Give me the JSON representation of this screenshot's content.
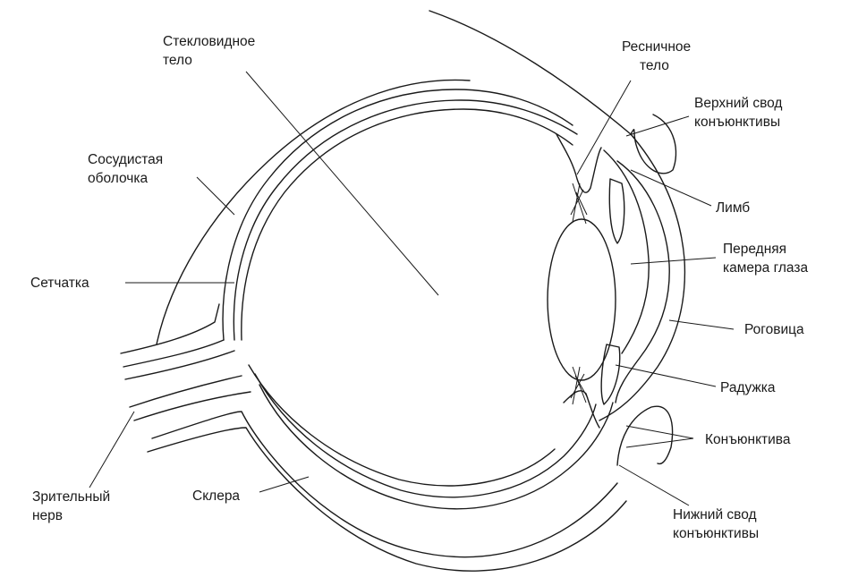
{
  "labels": {
    "vitreous": [
      "Стекловидное",
      "тело"
    ],
    "ciliary": [
      "Ресничное",
      "тело"
    ],
    "upper_fornix": [
      "Верхний свод",
      "конъюнктивы"
    ],
    "choroid": [
      "Сосудистая",
      "оболочка"
    ],
    "limbus": [
      "Лимб"
    ],
    "anterior_chamber": [
      "Передняя",
      "камера глаза"
    ],
    "retina": [
      "Сетчатка"
    ],
    "cornea": [
      "Роговица"
    ],
    "iris": [
      "Радужка"
    ],
    "conjunctiva": [
      "Конъюнктива"
    ],
    "optic_nerve": [
      "Зрительный",
      "нерв"
    ],
    "sclera": [
      "Склера"
    ],
    "lower_fornix": [
      "Нижний свод",
      "конъюнктивы"
    ]
  },
  "colors": {
    "line": "#1a1a1a",
    "background": "#ffffff"
  }
}
